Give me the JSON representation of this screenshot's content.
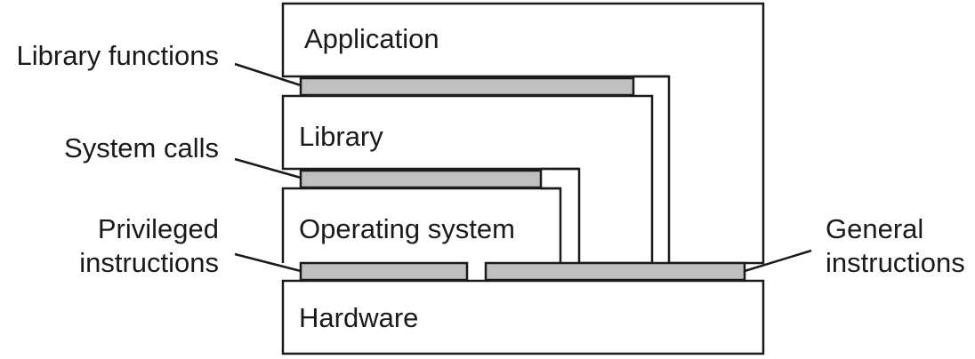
{
  "layers": {
    "application": "Application",
    "library": "Library",
    "operating_system": "Operating system",
    "hardware": "Hardware"
  },
  "interfaces": {
    "library_functions": "Library functions",
    "system_calls": "System calls",
    "privileged_instructions": [
      "Privileged",
      "instructions"
    ],
    "general_instructions": [
      "General",
      "instructions"
    ]
  },
  "colors": {
    "interface_fill": "#c0c0c0",
    "line": "#1a1a1a",
    "background": "#ffffff"
  }
}
